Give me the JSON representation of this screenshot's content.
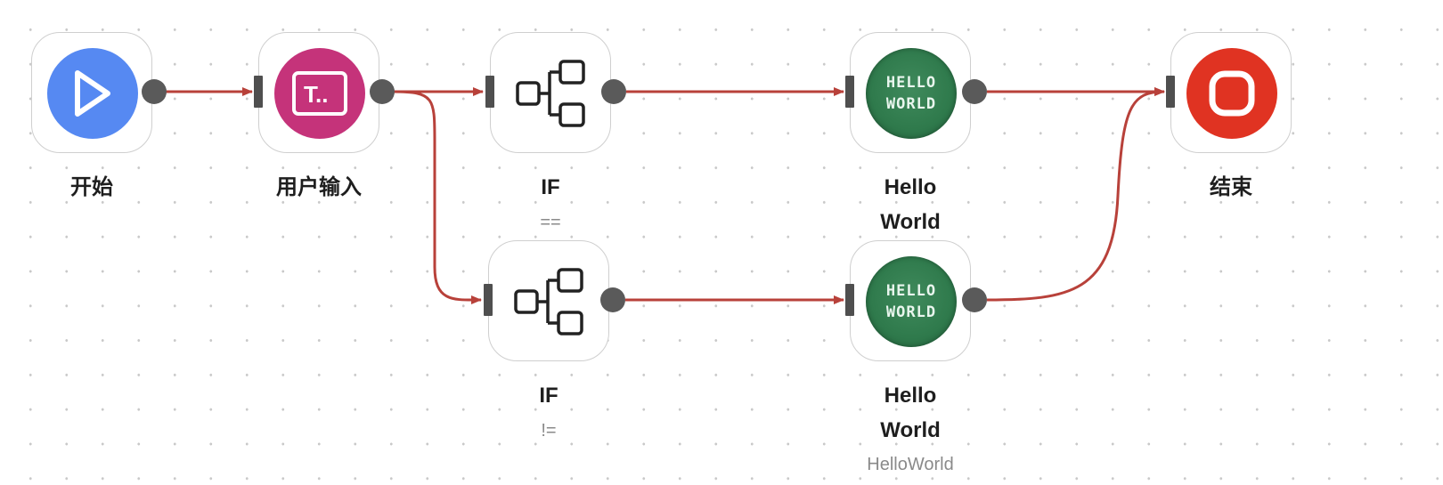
{
  "colors": {
    "edge": "#b8413a",
    "port": "#555555",
    "start": "#5689f2",
    "input": "#c5337a",
    "end": "#e03322",
    "hello": "#2f7a4c"
  },
  "nodes": {
    "start": {
      "label": "开始",
      "icon": "play-icon"
    },
    "user_input": {
      "label": "用户输入",
      "icon": "text-input-icon",
      "icon_text": "T.."
    },
    "if_eq": {
      "label": "IF",
      "sublabel": "==",
      "icon": "branch-icon"
    },
    "if_neq": {
      "label": "IF",
      "sublabel": "!=",
      "icon": "branch-icon"
    },
    "hello_top": {
      "label_line1": "Hello",
      "label_line2": "World",
      "icon": "hello-world-icon",
      "icon_line1": "HELLO",
      "icon_line2": "WORLD"
    },
    "hello_bottom": {
      "label_line1": "Hello",
      "label_line2": "World",
      "sublabel": "HelloWorld",
      "icon": "hello-world-icon",
      "icon_line1": "HELLO",
      "icon_line2": "WORLD"
    },
    "end": {
      "label": "结束",
      "icon": "stop-icon"
    }
  },
  "edges": [
    {
      "from": "start",
      "to": "user_input"
    },
    {
      "from": "user_input",
      "to": "if_eq"
    },
    {
      "from": "user_input",
      "to": "if_neq"
    },
    {
      "from": "if_eq",
      "to": "hello_top"
    },
    {
      "from": "if_neq",
      "to": "hello_bottom"
    },
    {
      "from": "hello_top",
      "to": "end"
    },
    {
      "from": "hello_bottom",
      "to": "end"
    }
  ]
}
